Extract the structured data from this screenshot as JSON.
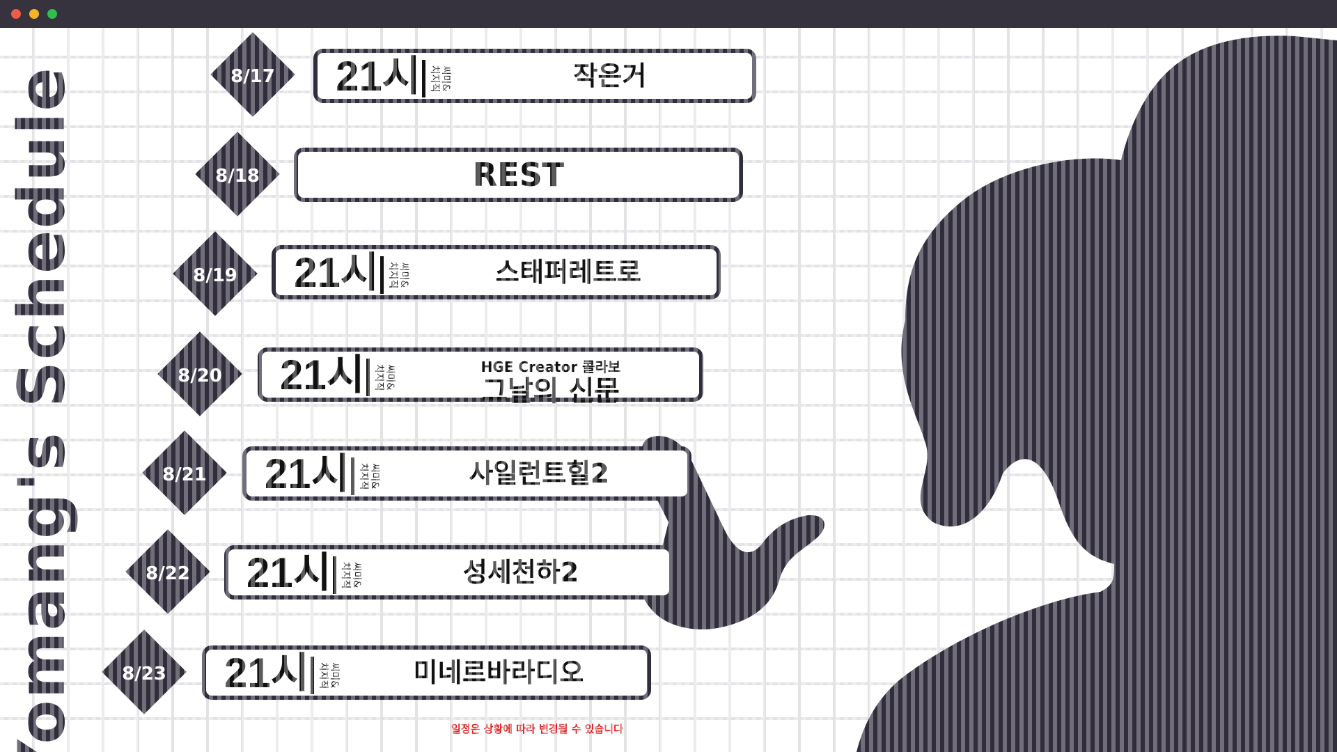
{
  "title": "Yomang's Schedule",
  "accent_color": "#302d3c",
  "notice_color": "#e11b1b",
  "sub_label": "씨미&\n치지직",
  "schedule": [
    {
      "date": "8/17",
      "time": "21시",
      "game": "작은거"
    },
    {
      "date": "8/18",
      "rest": "REST"
    },
    {
      "date": "8/19",
      "time": "21시",
      "game": "스태퍼레트로"
    },
    {
      "date": "8/20",
      "time": "21시",
      "collab": "HGE Creator 콜라보",
      "game": "그날의 신문"
    },
    {
      "date": "8/21",
      "time": "21시",
      "game": "사일런트힐2"
    },
    {
      "date": "8/22",
      "time": "21시",
      "game": "성세천하2"
    },
    {
      "date": "8/23",
      "time": "21시",
      "game": "미네르바라디오"
    }
  ],
  "notice": "일정은 상황에 따라 변경될 수 있습니다",
  "silhouette_icon": "character-silhouette-pointing-icon"
}
